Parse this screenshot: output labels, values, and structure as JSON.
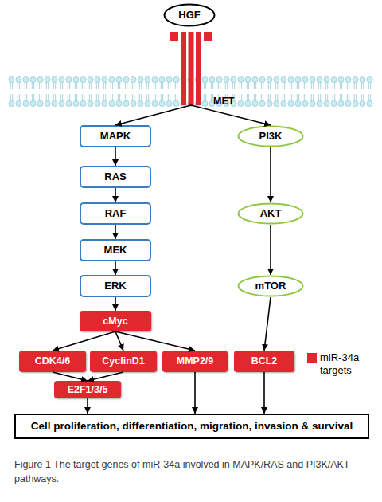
{
  "diagram": {
    "caption": "Figure 1 The target genes of miR-34a involved in MAPK/RAS and PI3K/AKT pathways.",
    "nodes": [
      {
        "text": [
          "HGF"
        ]
      },
      {
        "text": [
          "MET"
        ]
      },
      {
        "text": [
          "MAPK"
        ]
      },
      {
        "text": [
          "PI3K"
        ]
      },
      {
        "text": [
          "RAS"
        ]
      },
      {
        "text": [
          "RAF"
        ]
      },
      {
        "text": [
          "AKT"
        ]
      },
      {
        "text": [
          "MEK"
        ]
      },
      {
        "text": [
          "ERK"
        ]
      },
      {
        "text": [
          "mTOR"
        ]
      },
      {
        "text": [
          "cMyc"
        ]
      },
      {
        "text": [
          "CDK4/6"
        ]
      },
      {
        "text": [
          "CyclinD1"
        ]
      },
      {
        "text": [
          "MMP2/9"
        ]
      },
      {
        "text": [
          "BCL2"
        ]
      },
      {
        "text": [
          "E2F1/3/5"
        ]
      },
      {
        "text": [
          "Cell proliferation, differentiation, migration, invasion & survival"
        ]
      }
    ],
    "edges": [
      {
        "from": 1,
        "to": 2,
        "arrow": "to"
      },
      {
        "from": 1,
        "to": 3,
        "arrow": "to"
      },
      {
        "from": 2,
        "to": 4,
        "arrow": "to"
      },
      {
        "from": 4,
        "to": 5,
        "arrow": "to"
      },
      {
        "from": 5,
        "to": 7,
        "arrow": "to"
      },
      {
        "from": 7,
        "to": 8,
        "arrow": "to"
      },
      {
        "from": 8,
        "to": 10,
        "arrow": "to"
      },
      {
        "from": 3,
        "to": 6,
        "arrow": "to"
      },
      {
        "from": 6,
        "to": 9,
        "arrow": "to"
      },
      {
        "from": 9,
        "to": 14,
        "arrow": "to"
      },
      {
        "from": 10,
        "to": 11,
        "arrow": "to"
      },
      {
        "from": 10,
        "to": 12,
        "arrow": "to"
      },
      {
        "from": 10,
        "to": 13,
        "arrow": "to"
      },
      {
        "from": 11,
        "to": 15,
        "arrow": "to"
      },
      {
        "from": 12,
        "to": 15,
        "arrow": "to"
      },
      {
        "from": 13,
        "to": 16,
        "arrow": "to"
      },
      {
        "from": 14,
        "to": 16,
        "arrow": "to"
      },
      {
        "from": 15,
        "to": 16,
        "arrow": "to"
      }
    ],
    "legend": [
      {
        "text": "miR-34a targets",
        "color": "#e0282e"
      }
    ]
  }
}
